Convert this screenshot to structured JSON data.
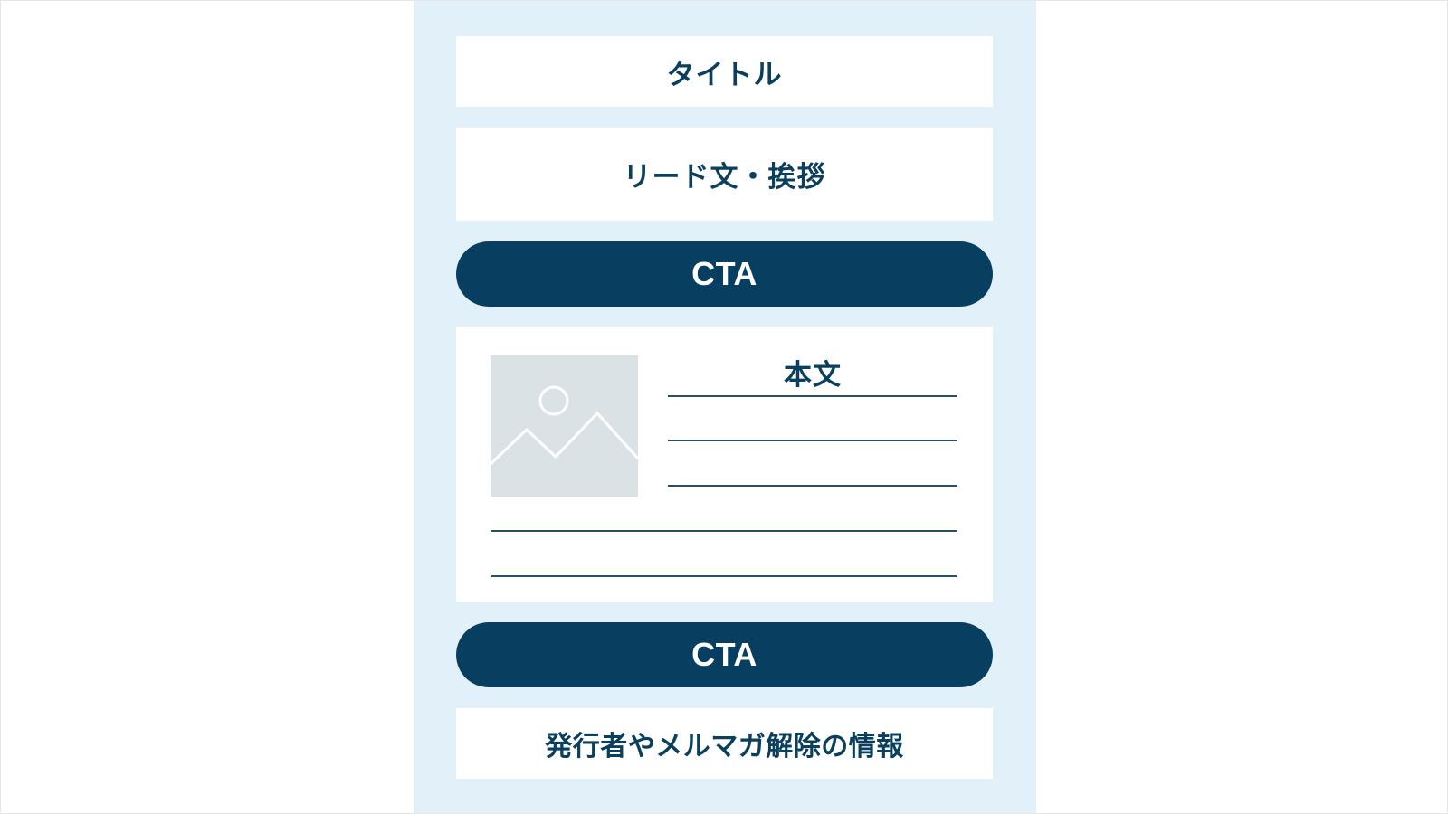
{
  "layout": {
    "title": "タイトル",
    "lead": "リード文・挨拶",
    "cta_top": "CTA",
    "body": "本文",
    "cta_bottom": "CTA",
    "footer": "発行者やメルマガ解除の情報"
  },
  "image_placeholder": {
    "icon": "image-placeholder-icon"
  },
  "colors": {
    "column_bg": "#e2f0f9",
    "block_bg": "#ffffff",
    "cta_bg": "#083f60",
    "text": "#0b3f5e",
    "placeholder": "#dbe2e6"
  }
}
